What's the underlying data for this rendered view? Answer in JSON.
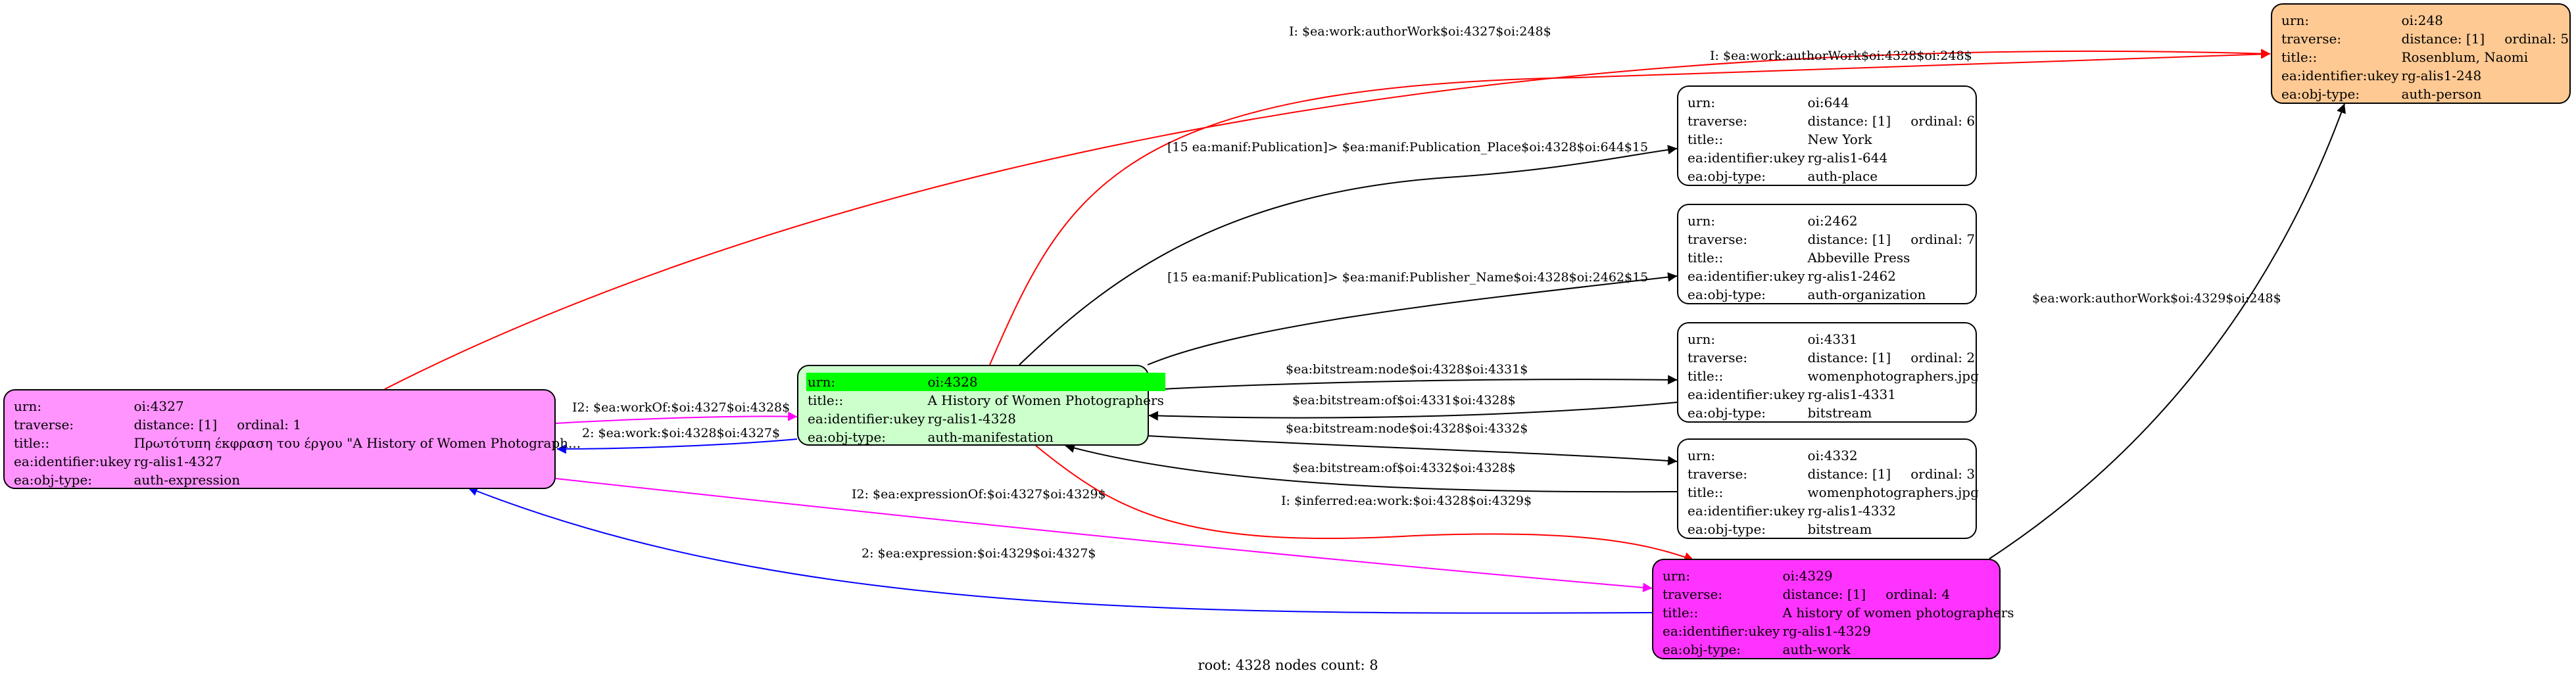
{
  "colors": {
    "person": "#ffc993",
    "expression": "#ff94ff",
    "manifestation": "#ccffcc",
    "active_row": "#00ff00",
    "work": "#ff33ff",
    "plain": "#ffffff",
    "edge_red": "#ff0000",
    "edge_black": "#000000",
    "edge_blue": "#0000ff",
    "edge_magenta": "#ff00ff"
  },
  "nodes": {
    "n248": {
      "urn_key": "urn:",
      "urn": "oi:248",
      "traverse_key": "traverse:",
      "traverse": "distance: [1]",
      "ordinal": "ordinal: 5",
      "title_key": "title::",
      "title": "Rosenblum, Naomi",
      "ukey_key": "ea:identifier:ukey",
      "ukey": "rg-alis1-248",
      "type_key": "ea:obj-type:",
      "type": "auth-person"
    },
    "n644": {
      "urn_key": "urn:",
      "urn": "oi:644",
      "traverse_key": "traverse:",
      "traverse": "distance: [1]",
      "ordinal": "ordinal: 6",
      "title_key": "title::",
      "title": "New York",
      "ukey_key": "ea:identifier:ukey",
      "ukey": "rg-alis1-644",
      "type_key": "ea:obj-type:",
      "type": "auth-place"
    },
    "n2462": {
      "urn_key": "urn:",
      "urn": "oi:2462",
      "traverse_key": "traverse:",
      "traverse": "distance: [1]",
      "ordinal": "ordinal: 7",
      "title_key": "title::",
      "title": "Abbeville Press",
      "ukey_key": "ea:identifier:ukey",
      "ukey": "rg-alis1-2462",
      "type_key": "ea:obj-type:",
      "type": "auth-organization"
    },
    "n4331": {
      "urn_key": "urn:",
      "urn": "oi:4331",
      "traverse_key": "traverse:",
      "traverse": "distance: [1]",
      "ordinal": "ordinal: 2",
      "title_key": "title::",
      "title": "womenphotographers.jpg",
      "ukey_key": "ea:identifier:ukey",
      "ukey": "rg-alis1-4331",
      "type_key": "ea:obj-type:",
      "type": "bitstream"
    },
    "n4332": {
      "urn_key": "urn:",
      "urn": "oi:4332",
      "traverse_key": "traverse:",
      "traverse": "distance: [1]",
      "ordinal": "ordinal: 3",
      "title_key": "title::",
      "title": "womenphotographers.jpg",
      "ukey_key": "ea:identifier:ukey",
      "ukey": "rg-alis1-4332",
      "type_key": "ea:obj-type:",
      "type": "bitstream"
    },
    "n4327": {
      "urn_key": "urn:",
      "urn": "oi:4327",
      "traverse_key": "traverse:",
      "traverse": "distance: [1]",
      "ordinal": "ordinal: 1",
      "title_key": "title::",
      "title": "Πρωτότυπη έκφραση του έργου \"A History of Women Photograph...",
      "ukey_key": "ea:identifier:ukey",
      "ukey": "rg-alis1-4327",
      "type_key": "ea:obj-type:",
      "type": "auth-expression"
    },
    "n4328": {
      "urn_key": "urn:",
      "urn": "oi:4328",
      "title_key": "title::",
      "title": "A History of Women Photographers",
      "ukey_key": "ea:identifier:ukey",
      "ukey": "rg-alis1-4328",
      "type_key": "ea:obj-type:",
      "type": "auth-manifestation"
    },
    "n4329": {
      "urn_key": "urn:",
      "urn": "oi:4329",
      "traverse_key": "traverse:",
      "traverse": "distance: [1]",
      "ordinal": "ordinal: 4",
      "title_key": "title::",
      "title": "A history of women photographers",
      "ukey_key": "ea:identifier:ukey",
      "ukey": "rg-alis1-4329",
      "type_key": "ea:obj-type:",
      "type": "auth-work"
    }
  },
  "edges": {
    "e1": "I: $ea:work:authorWork$oi:4327$oi:248$",
    "e2": "I: $ea:work:authorWork$oi:4328$oi:248$",
    "e3": "[15 ea:manif:Publication]> $ea:manif:Publication_Place$oi:4328$oi:644$15",
    "e4": "[15 ea:manif:Publication]> $ea:manif:Publisher_Name$oi:4328$oi:2462$15",
    "e5": "$ea:bitstream:node$oi:4328$oi:4331$",
    "e6": "$ea:bitstream:of$oi:4331$oi:4328$",
    "e7": "$ea:bitstream:node$oi:4328$oi:4332$",
    "e8": "$ea:bitstream:of$oi:4332$oi:4328$",
    "e9": "I: $inferred:ea:work:$oi:4328$oi:4329$",
    "e10": "I2: $ea:workOf:$oi:4327$oi:4328$",
    "e11": "2: $ea:work:$oi:4328$oi:4327$",
    "e12": "I2: $ea:expressionOf:$oi:4327$oi:4329$",
    "e13": "2: $ea:expression:$oi:4329$oi:4327$",
    "e14": "$ea:work:authorWork$oi:4329$oi:248$"
  },
  "caption": "root: 4328 nodes count: 8"
}
